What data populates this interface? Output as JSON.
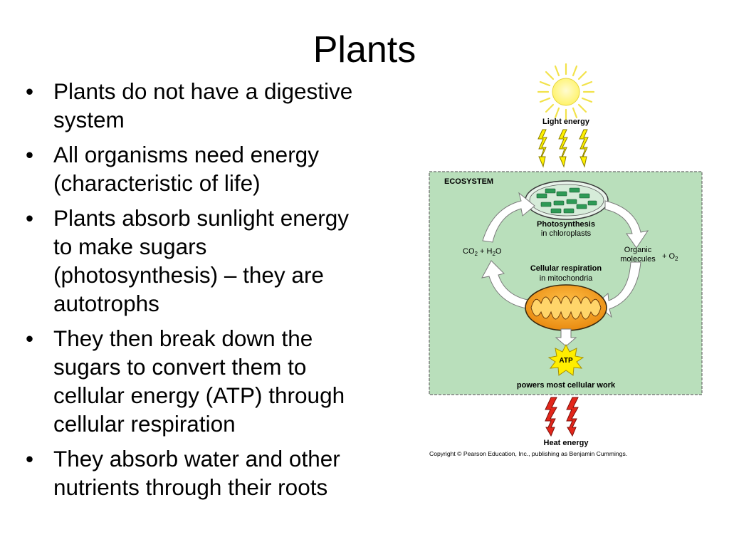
{
  "slide": {
    "title": "Plants",
    "bullets": [
      {
        "lines": [
          "Plants do not have a digestive",
          "system"
        ]
      },
      {
        "lines": [
          "All organisms need energy",
          "(characteristic of life)"
        ]
      },
      {
        "lines": [
          "Plants absorb sunlight energy",
          "to make sugars",
          "(photosynthesis) – they are",
          "autotrophs"
        ]
      },
      {
        "lines": [
          "They then break down the",
          "sugars to convert them to",
          "cellular energy (ATP) through",
          "cellular respiration"
        ]
      },
      {
        "lines": [
          "They absorb water and other",
          "nutrients through their roots"
        ]
      }
    ]
  },
  "diagram": {
    "light_energy": "Light energy",
    "ecosystem_label": "ECOSYSTEM",
    "photosynthesis": "Photosynthesis",
    "photosynthesis_location": "in chloroplasts",
    "inputs_co2": "CO",
    "inputs_co2_sub": "2",
    "inputs_plus": " + H",
    "inputs_h2o_sub": "2",
    "inputs_o": "O",
    "organic_line1": "Organic",
    "organic_line2": "molecules",
    "plus_o2": "+ O",
    "plus_o2_sub": "2",
    "cellular_respiration": "Cellular respiration",
    "respiration_location": "in mitochondria",
    "atp": "ATP",
    "powers": "powers most cellular work",
    "heat_energy": "Heat energy",
    "copyright": "Copyright © Pearson Education, Inc., publishing as Benjamin Cummings.",
    "colors": {
      "ecosystem_fill": "#b9dfbb",
      "sun": "#fff36a",
      "sun_rays": "#f2e24a",
      "light_arrow": "#fff200",
      "heat_arrow": "#e3261b",
      "mitochondria": "#f4a11c",
      "chloroplast_green": "#2e9a56",
      "cycle_arrow": "#ffffff"
    }
  }
}
